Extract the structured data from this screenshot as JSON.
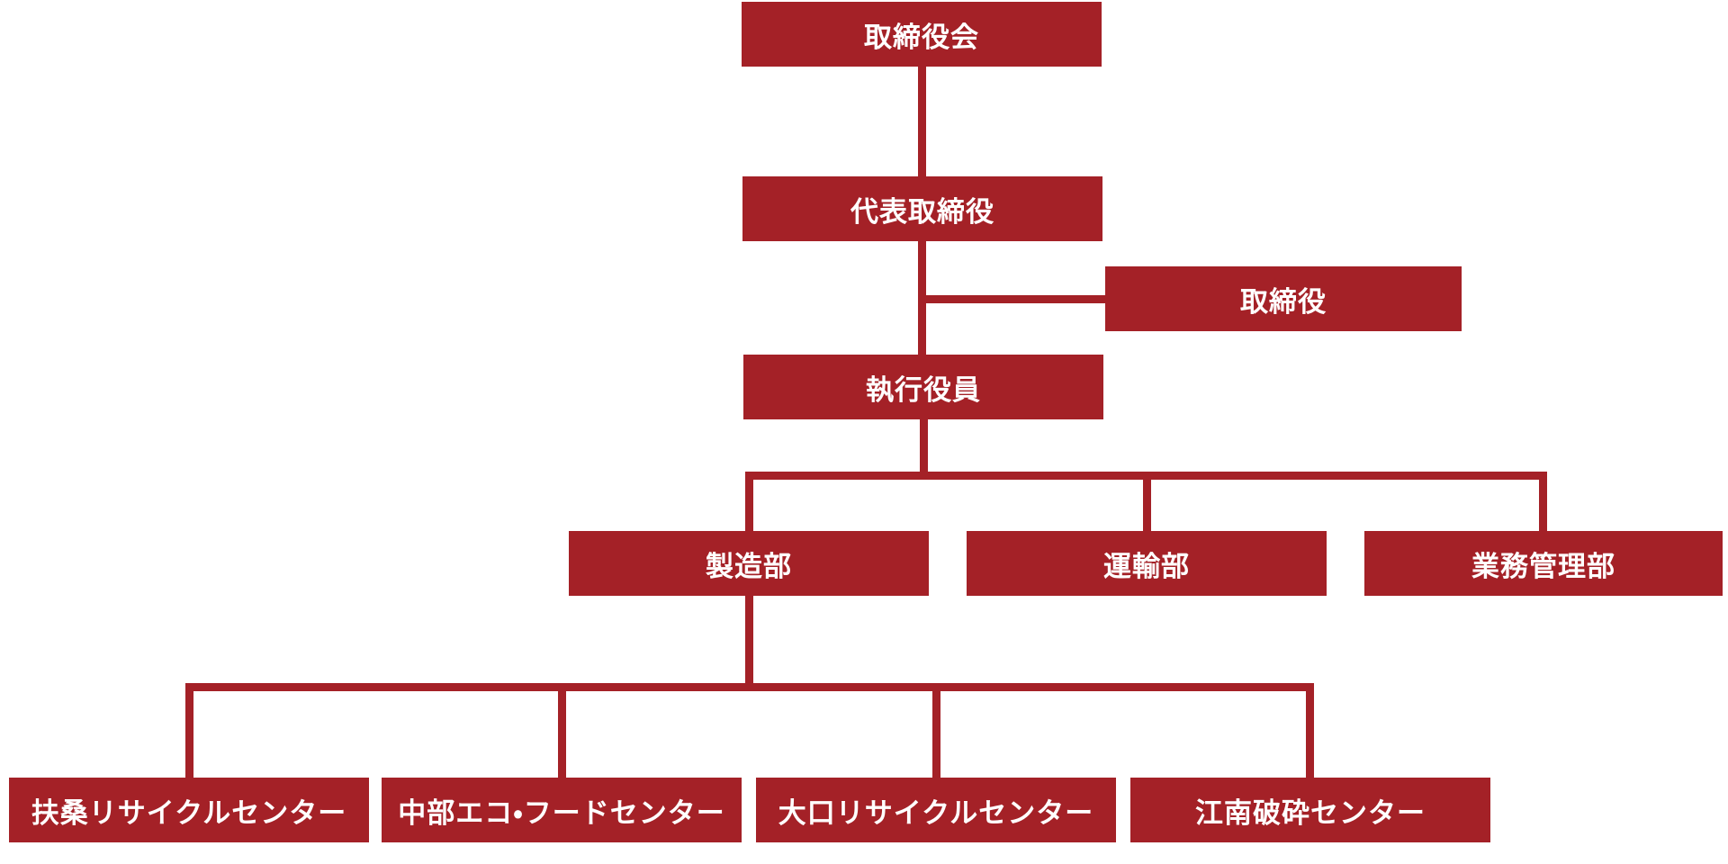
{
  "colors": {
    "accent": "#A42127",
    "box_text": "#FFFFFF",
    "background": "#FFFFFF"
  },
  "org_chart": {
    "type": "organization-chart",
    "nodes": {
      "board": {
        "label": "取締役会",
        "level": 1
      },
      "representative_director": {
        "label": "代表取締役",
        "level": 2,
        "parent": "board"
      },
      "director": {
        "label": "取締役",
        "level": 2,
        "parent": "representative_director"
      },
      "executive_officer": {
        "label": "執行役員",
        "level": 3,
        "parent": "representative_director"
      },
      "manufacturing_dept": {
        "label": "製造部",
        "level": 4,
        "parent": "executive_officer"
      },
      "transport_dept": {
        "label": "運輸部",
        "level": 4,
        "parent": "executive_officer"
      },
      "business_admin_dept": {
        "label": "業務管理部",
        "level": 4,
        "parent": "executive_officer"
      },
      "fuso_recycle_center": {
        "label": "扶桑リサイクルセンター",
        "level": 5,
        "parent": "manufacturing_dept"
      },
      "chubu_eco_food_center": {
        "label": "中部エコ・フードセンター",
        "level": 5,
        "parent": "manufacturing_dept"
      },
      "oguchi_recycle_center": {
        "label": "大口リサイクルセンター",
        "level": 5,
        "parent": "manufacturing_dept"
      },
      "konan_hasai_center": {
        "label": "江南破砕センター",
        "level": 5,
        "parent": "manufacturing_dept"
      }
    }
  }
}
